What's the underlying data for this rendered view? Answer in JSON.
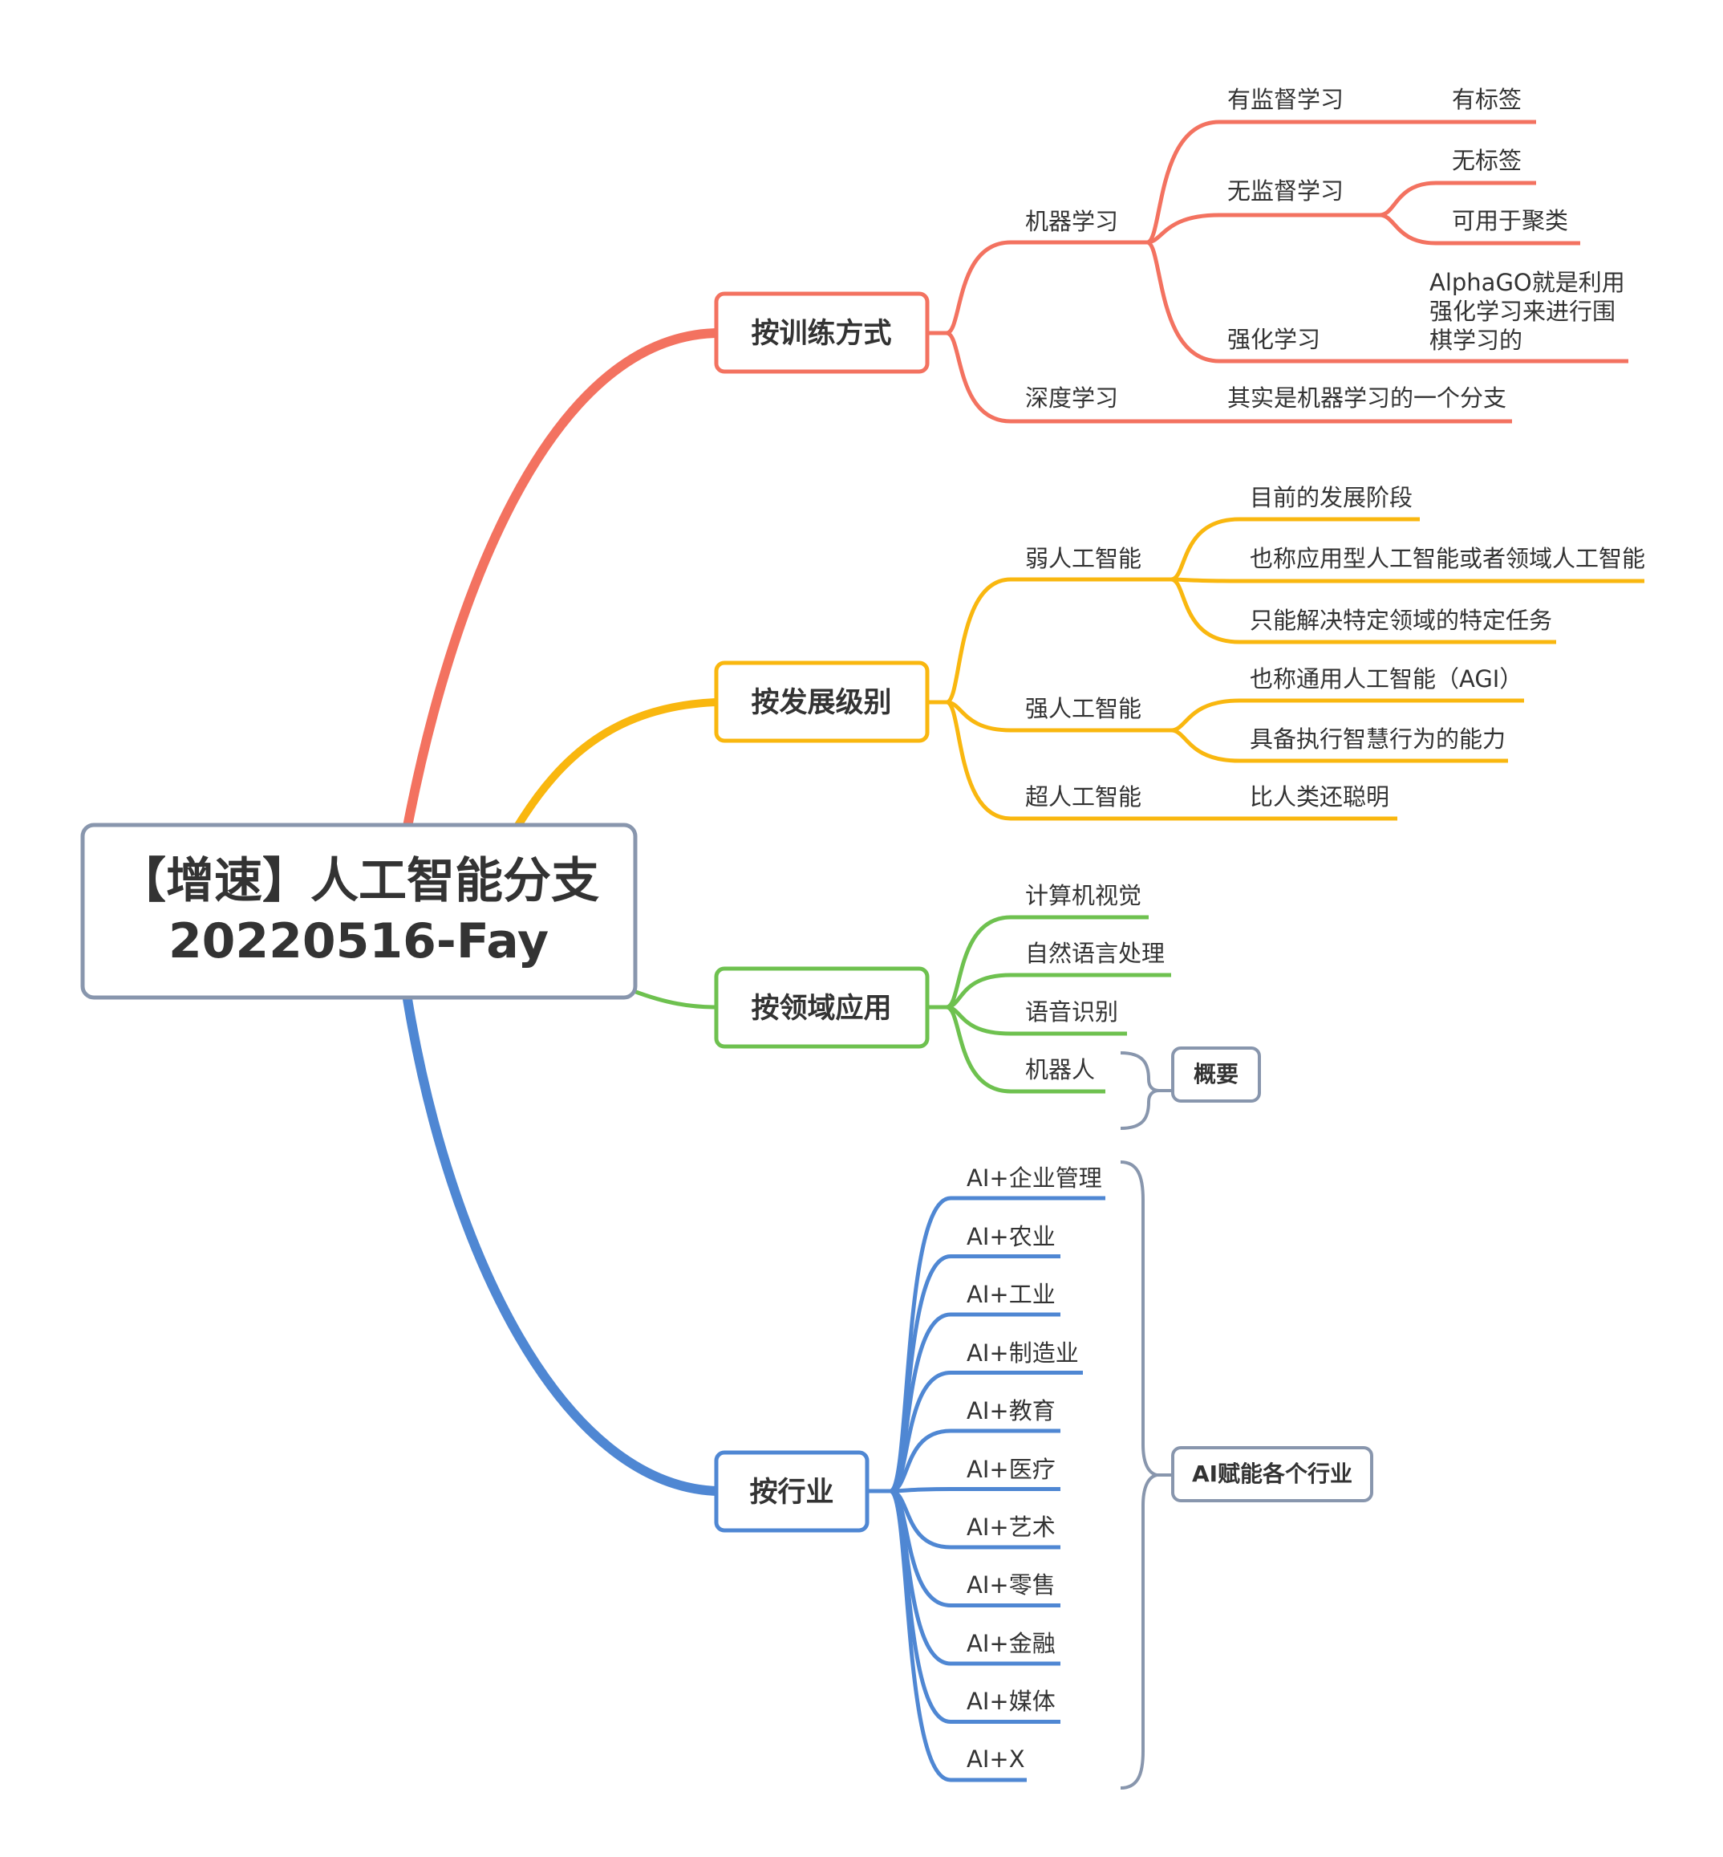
{
  "root": {
    "title_line1": "【增速】人工智能分支",
    "title_line2": "20220516-Fay",
    "border_color": "#8896ad"
  },
  "colors": {
    "training": "#f37260",
    "level": "#f9b70f",
    "domain": "#6ec14f",
    "industry": "#4f87d3",
    "summary": "#8896ad"
  },
  "branches": {
    "training": {
      "label": "按训练方式",
      "ml": {
        "label": "机器学习",
        "supervised": {
          "label": "有监督学习",
          "children": [
            "有标签"
          ]
        },
        "unsupervised": {
          "label": "无监督学习",
          "children": [
            "无标签",
            "可用于聚类"
          ]
        },
        "reinforcement": {
          "label": "强化学习",
          "note_lines": [
            "AlphaGO就是利用",
            "强化学习来进行围",
            "棋学习的"
          ]
        }
      },
      "dl": {
        "label": "深度学习",
        "children": [
          "其实是机器学习的一个分支"
        ]
      }
    },
    "level": {
      "label": "按发展级别",
      "weak": {
        "label": "弱人工智能",
        "children": [
          "目前的发展阶段",
          "也称应用型人工智能或者领域人工智能",
          "只能解决特定领域的特定任务"
        ]
      },
      "strong": {
        "label": "强人工智能",
        "children": [
          "也称通用人工智能（AGI）",
          "具备执行智慧行为的能力"
        ]
      },
      "super": {
        "label": "超人工智能",
        "children": [
          "比人类还聪明"
        ]
      }
    },
    "domain": {
      "label": "按领域应用",
      "children": [
        "计算机视觉",
        "自然语言处理",
        "语音识别",
        "机器人"
      ],
      "summary": "概要"
    },
    "industry": {
      "label": "按行业",
      "children": [
        "AI+企业管理",
        "AI+农业",
        "AI+工业",
        "AI+制造业",
        "AI+教育",
        "AI+医疗",
        "AI+艺术",
        "AI+零售",
        "AI+金融",
        "AI+媒体",
        "AI+X"
      ],
      "summary": "AI赋能各个行业"
    }
  }
}
